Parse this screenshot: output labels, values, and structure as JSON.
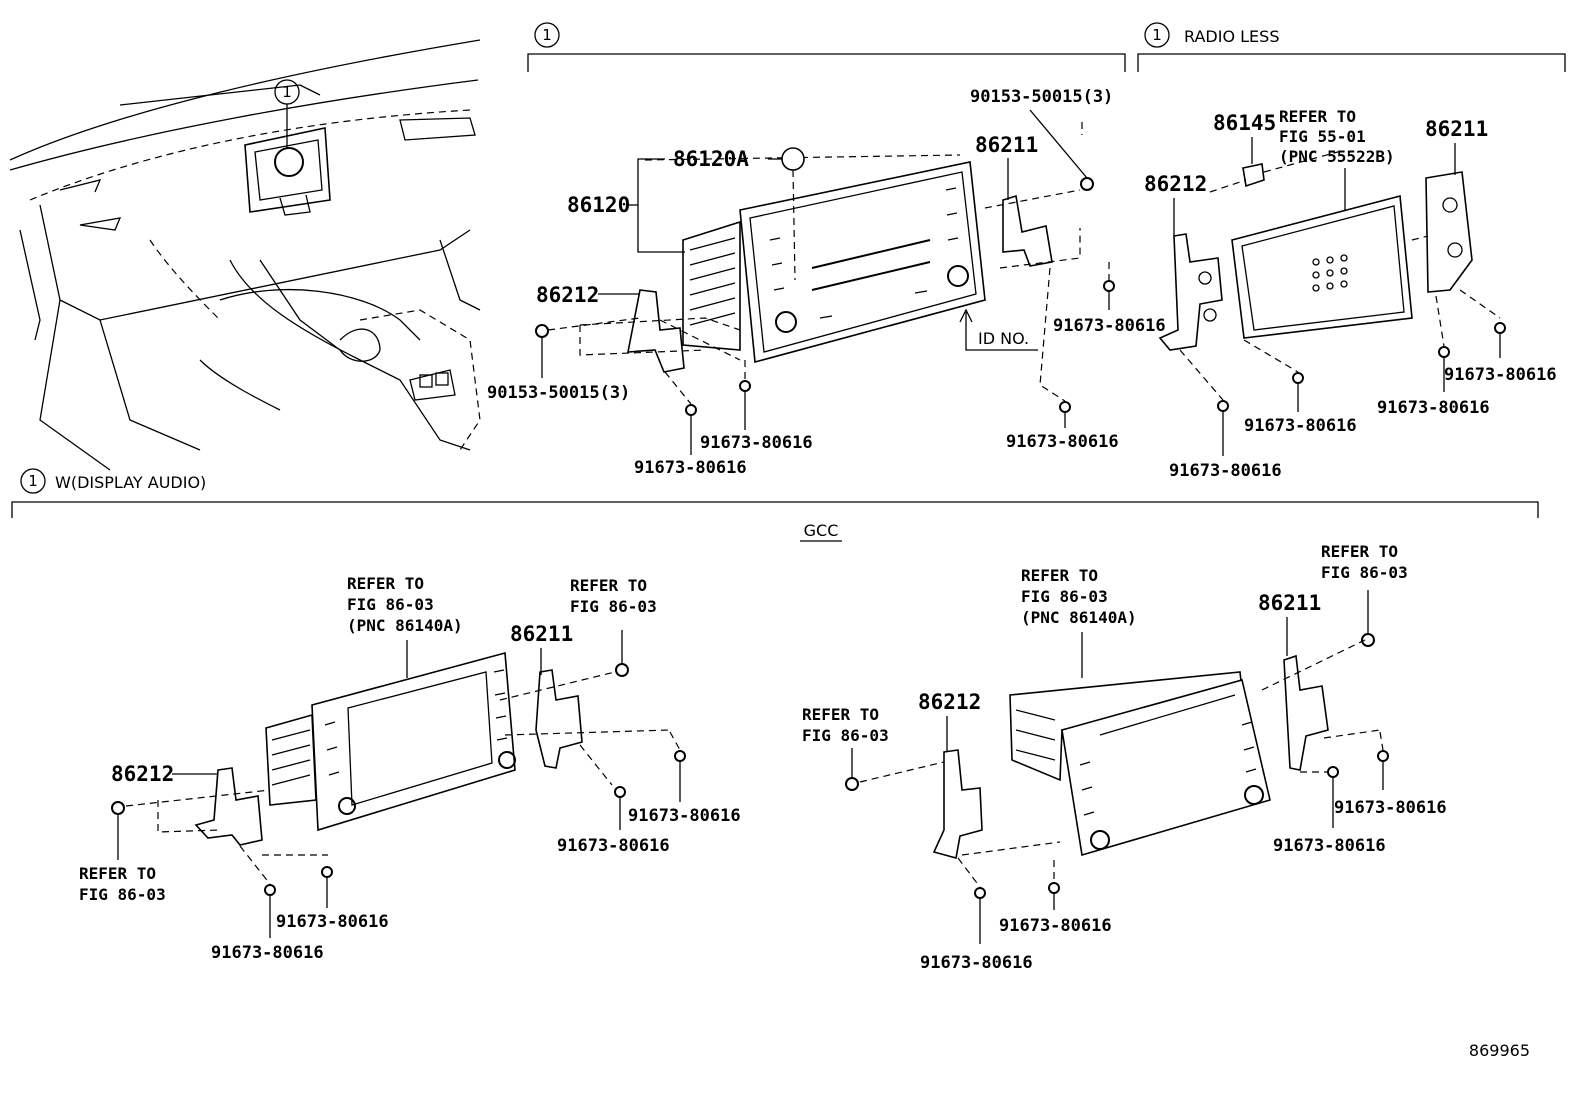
{
  "markers": {
    "circled_number": "1",
    "radio_less_label": "RADIO LESS",
    "display_audio_label": "W(DISPLAY AUDIO)",
    "gcc_label": "GCC",
    "id_no_label": "ID NO.",
    "illustration_code": "869965"
  },
  "top_center": {
    "p_86120A": "86120A",
    "p_86120": "86120",
    "p_86212": "86212",
    "p_86211": "86211",
    "screw_a": "90153-50015(3)",
    "screw_b": "90153-50015(3)",
    "bolt_1": "91673-80616",
    "bolt_2": "91673-80616",
    "bolt_3": "91673-80616",
    "bolt_4": "91673-80616"
  },
  "top_right": {
    "p_86145": "86145",
    "refer_1": "REFER TO",
    "refer_2": "FIG 55-01",
    "refer_3": "(PNC 55522B)",
    "p_86212": "86212",
    "p_86211": "86211",
    "bolt_1": "91673-80616",
    "bolt_2": "91673-80616",
    "bolt_3": "91673-80616",
    "bolt_4": "91673-80616"
  },
  "bottom_left": {
    "unit_refer_1": "REFER TO",
    "unit_refer_2": "FIG 86-03",
    "unit_refer_3": "(PNC 86140A)",
    "screw_refer_1": "REFER TO",
    "screw_refer_2": "FIG 86-03",
    "left_refer_1": "REFER TO",
    "left_refer_2": "FIG 86-03",
    "p_86211": "86211",
    "p_86212": "86212",
    "bolt_1": "91673-80616",
    "bolt_2": "91673-80616",
    "bolt_3": "91673-80616",
    "bolt_4": "91673-80616"
  },
  "bottom_right": {
    "unit_refer_1": "REFER TO",
    "unit_refer_2": "FIG 86-03",
    "unit_refer_3": "(PNC 86140A)",
    "left_refer_1": "REFER TO",
    "left_refer_2": "FIG 86-03",
    "right_refer_1": "REFER TO",
    "right_refer_2": "FIG 86-03",
    "p_86212": "86212",
    "p_86211": "86211",
    "bolt_1": "91673-80616",
    "bolt_2": "91673-80616",
    "bolt_3": "91673-80616",
    "bolt_4": "91673-80616"
  }
}
